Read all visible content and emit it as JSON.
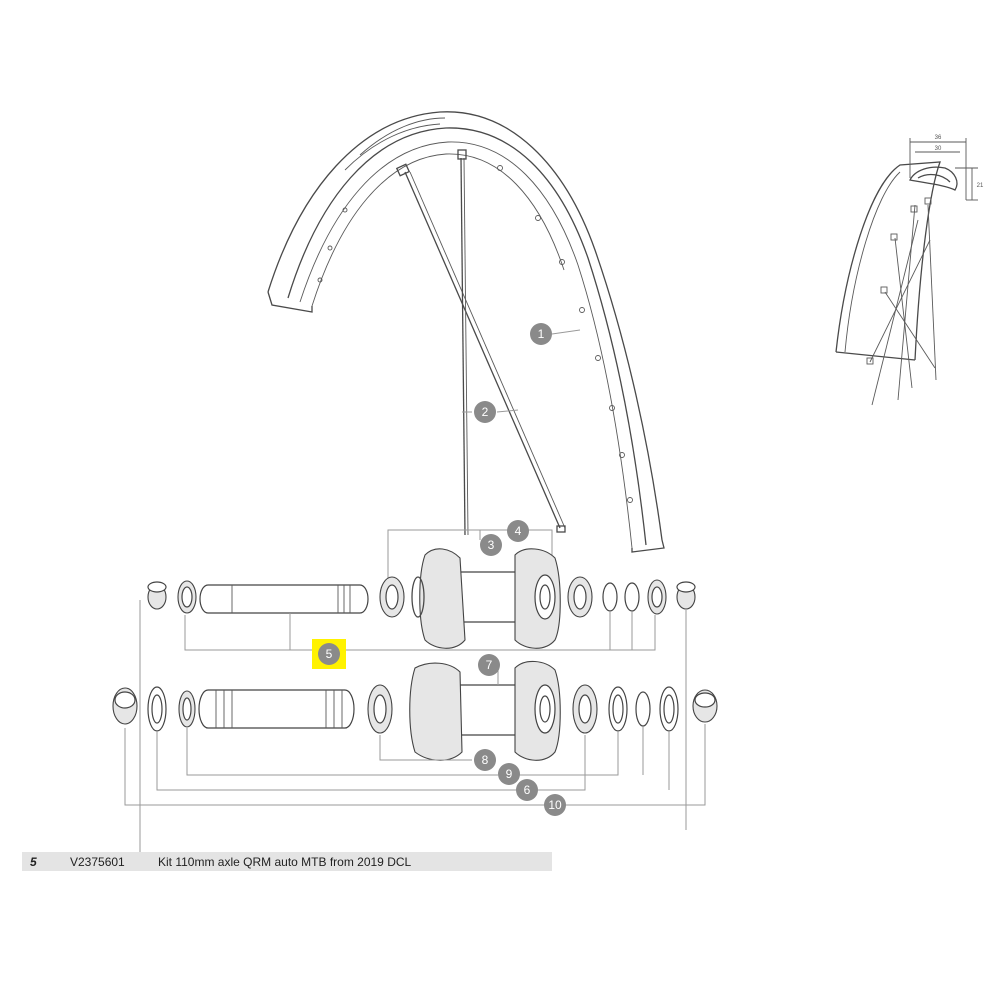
{
  "callouts": {
    "c1": "1",
    "c2": "2",
    "c3": "3",
    "c4": "4",
    "c5": "5",
    "c6": "6",
    "c7": "7",
    "c8": "8",
    "c9": "9",
    "c10": "10"
  },
  "highlight_color": "#fff200",
  "callout_color": "#8a8a8a",
  "profile_dims": {
    "width_outer": "36",
    "width_inner": "30",
    "height": "21"
  },
  "part_row": {
    "number": "5",
    "reference": "V2375601",
    "description": "Kit 110mm axle QRM auto MTB from 2019 DCL"
  }
}
